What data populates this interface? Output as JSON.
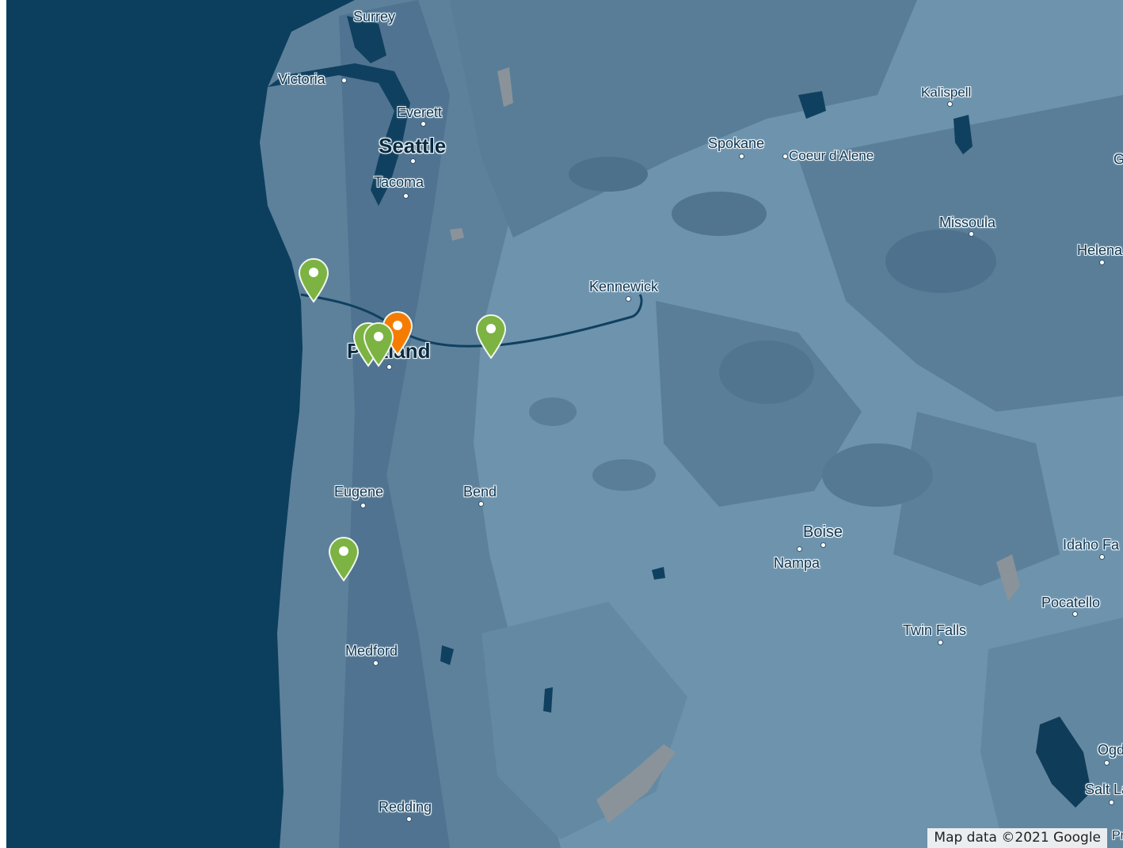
{
  "map": {
    "colors": {
      "ocean": "#0c3f5e",
      "land_low": "#6d93ad",
      "land_high": "#5a7f99",
      "mountain": "#466a84",
      "water": "#10405f",
      "pin_green": "#7cb342",
      "pin_orange": "#f57c00"
    },
    "cities": {
      "surrey": "Surrey",
      "victoria": "Victoria",
      "everett": "Everett",
      "seattle": "Seattle",
      "tacoma": "Tacoma",
      "spokane": "Spokane",
      "coeur_dalene": "Coeur d'Alene",
      "kalispell": "Kalispell",
      "missoula": "Missoula",
      "helena": "Helena",
      "kennewick": "Kennewick",
      "portland": "Portland",
      "eugene": "Eugene",
      "bend": "Bend",
      "boise": "Boise",
      "nampa": "Nampa",
      "idaho_falls": "Idaho Fa",
      "pocatello": "Pocatello",
      "twin_falls": "Twin Falls",
      "medford": "Medford",
      "redding": "Redding",
      "ogden": "Ogde",
      "salt_lake": "Salt Lak",
      "g_edge": "G"
    },
    "markers": [
      {
        "name": "marker-astoria",
        "color": "green"
      },
      {
        "name": "marker-portland-west-1",
        "color": "green"
      },
      {
        "name": "marker-portland-west-2",
        "color": "green"
      },
      {
        "name": "marker-portland",
        "color": "orange"
      },
      {
        "name": "marker-hood-river",
        "color": "green"
      },
      {
        "name": "marker-roseburg",
        "color": "green"
      }
    ],
    "attribution": "Map data ©2021 Google",
    "attribution_edge": "Pr"
  }
}
